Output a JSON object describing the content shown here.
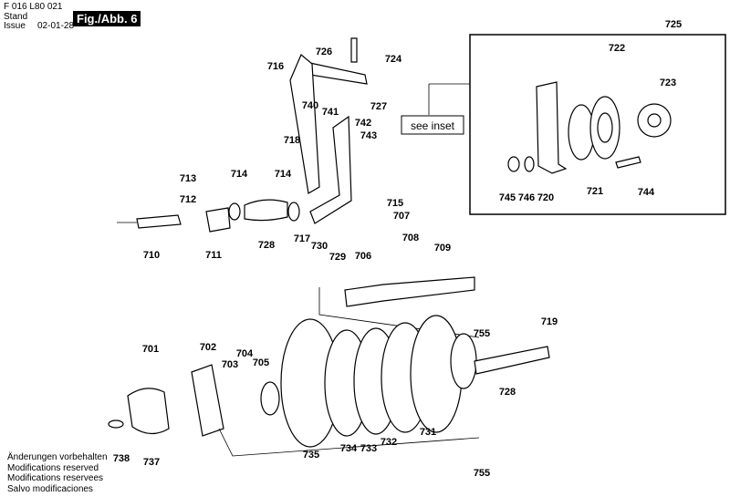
{
  "header": {
    "doc_number": "F 016 L80 021",
    "stand_label": "Stand",
    "issue_label": "Issue",
    "stand_value": "02-01-28",
    "figure_label": "Fig./Abb. 6"
  },
  "inset_label": "see inset",
  "notes": [
    "Änderungen vorbehalten",
    "Modifications reserved",
    "Modifications reservees",
    "Salvo modificaciones"
  ],
  "part_labels": [
    "725",
    "726",
    "724",
    "716",
    "727",
    "740",
    "741",
    "742",
    "743",
    "718",
    "713",
    "714",
    "714",
    "712",
    "715",
    "707",
    "717",
    "730",
    "729",
    "708",
    "709",
    "706",
    "710",
    "711",
    "728",
    "755",
    "719",
    "701",
    "702",
    "703",
    "704",
    "705",
    "728",
    "731",
    "732",
    "733",
    "734",
    "735",
    "738",
    "737",
    "755",
    "722",
    "723",
    "745",
    "746",
    "720",
    "721",
    "744"
  ]
}
